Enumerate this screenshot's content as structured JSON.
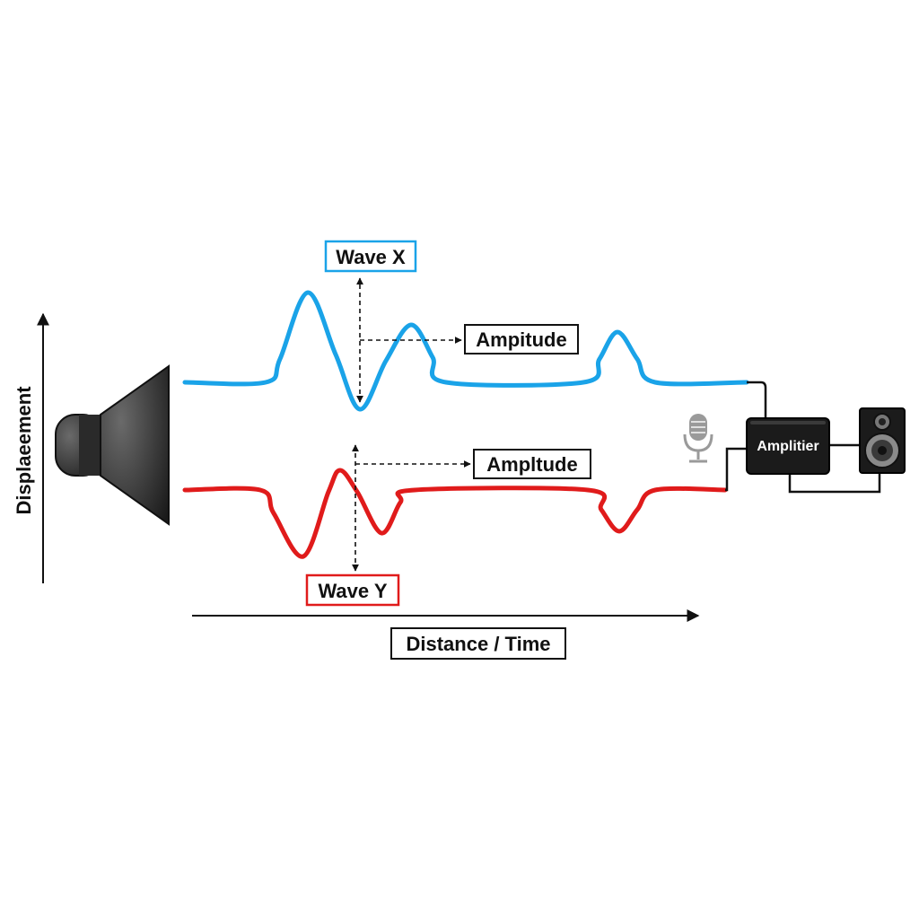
{
  "labels": {
    "y_axis": "Displaeement",
    "x_axis": "Distance / Time",
    "wave_x": "Wave X",
    "wave_y": "Wave Y",
    "amplitude_x": "Ampitude",
    "amplitude_y": "Ampltude",
    "amplifier": "Amplitier"
  },
  "colors": {
    "wave_x": "#1aa3e8",
    "wave_y": "#e01b1b",
    "ink": "#111111",
    "device": "#1b1b1b",
    "mic": "#9a9a9a"
  },
  "icons": {
    "source": "loudspeaker-icon",
    "mic": "microphone-icon",
    "amplifier": "amplifier-box-icon",
    "output": "speaker-cabinet-icon"
  }
}
